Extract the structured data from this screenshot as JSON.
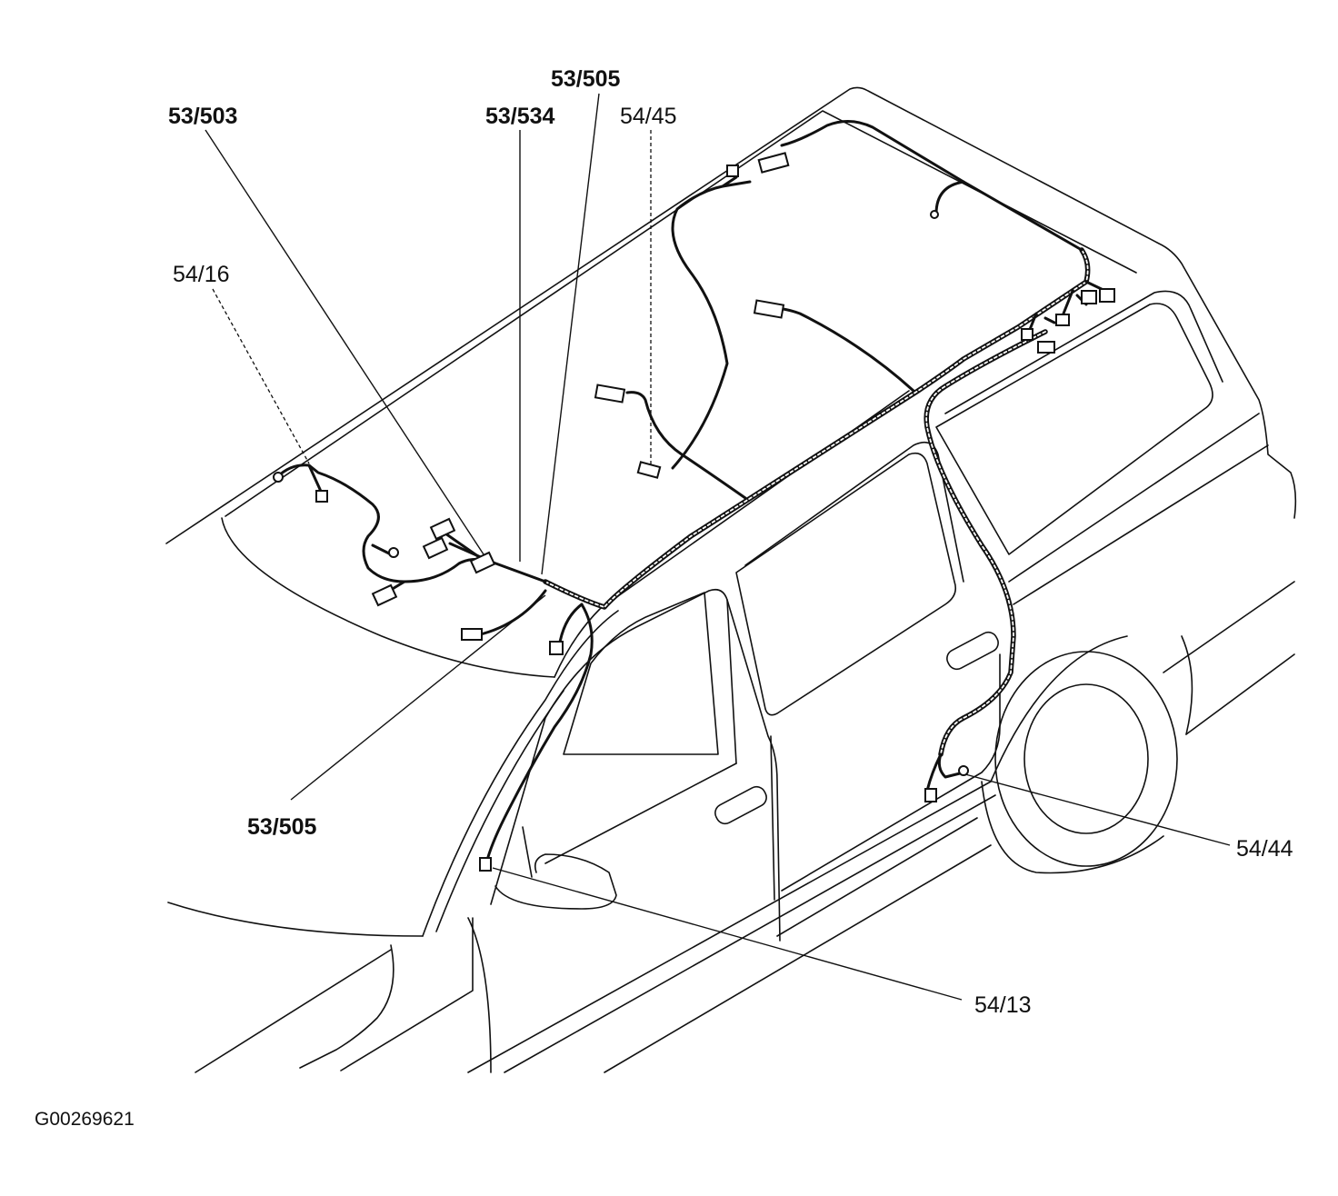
{
  "callouts": {
    "c_53_503": "53/503",
    "c_53_534": "53/534",
    "c_53_505_top": "53/505",
    "c_54_45": "54/45",
    "c_54_16": "54/16",
    "c_53_505_bottom": "53/505",
    "c_54_44": "54/44",
    "c_54_13": "54/13"
  },
  "figure_id": "G00269621"
}
